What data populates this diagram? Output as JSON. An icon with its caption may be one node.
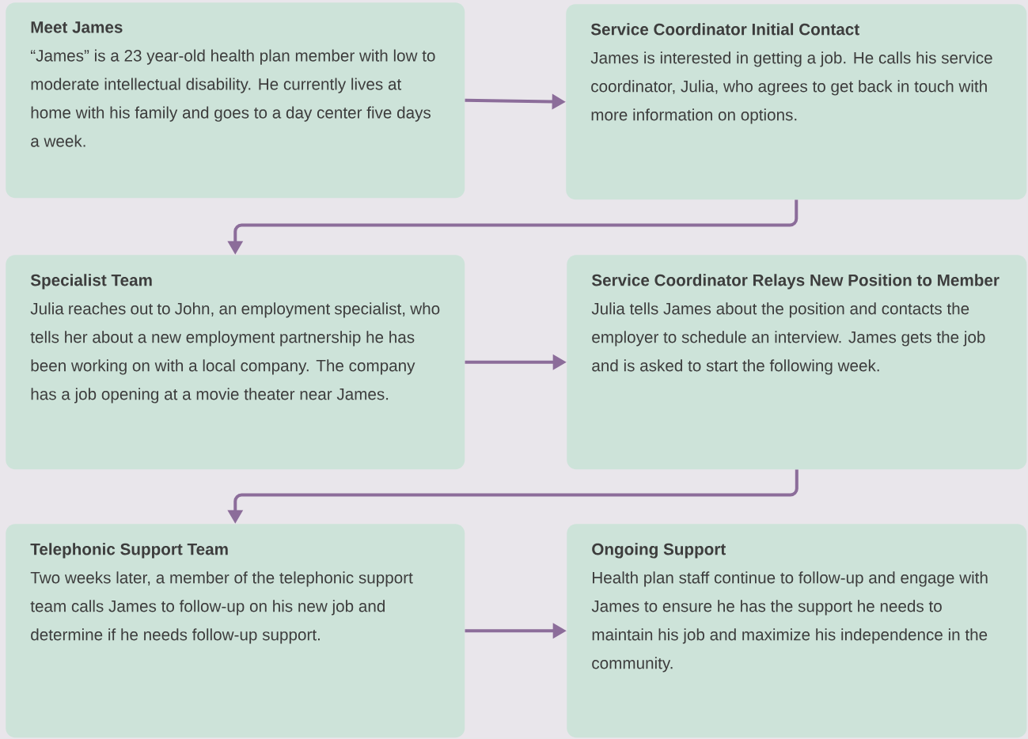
{
  "diagram": {
    "nodes": [
      {
        "text": [
          "Meet James",
          "“James” is a 23 year-old health plan member with low to moderate intellectual disability. He currently lives at home with his family and goes to a day center five days a week."
        ]
      },
      {
        "text": [
          "Service Coordinator Initial Contact",
          "James is interested in getting a job. He calls his service coordinator, Julia, who agrees to get back in touch with more information on options."
        ]
      },
      {
        "text": [
          "Specialist Team",
          "Julia reaches out to John, an employment specialist, who tells her about a new employment partnership he has been working on with a local company. The company has a job opening at a movie theater near James."
        ]
      },
      {
        "text": [
          "Service Coordinator Relays New Position to Member",
          "Julia tells James about the position and contacts the employer to schedule an interview. James gets the job and is asked to start the following week."
        ]
      },
      {
        "text": [
          "Telephonic Support Team",
          "Two weeks later, a member of the telephonic support team calls James to follow-up on his new job and determine if he needs follow-up support."
        ]
      },
      {
        "text": [
          "Ongoing Support",
          "Health plan staff continue to follow-up and engage with James to ensure he has the support he needs to maintain his job and maximize his independence in the community."
        ]
      }
    ],
    "edges": [
      {
        "from": 0,
        "to": 1,
        "arrow": "to"
      },
      {
        "from": 1,
        "to": 2,
        "arrow": "to"
      },
      {
        "from": 2,
        "to": 3,
        "arrow": "to"
      },
      {
        "from": 3,
        "to": 4,
        "arrow": "to"
      },
      {
        "from": 4,
        "to": 5,
        "arrow": "to"
      }
    ]
  }
}
